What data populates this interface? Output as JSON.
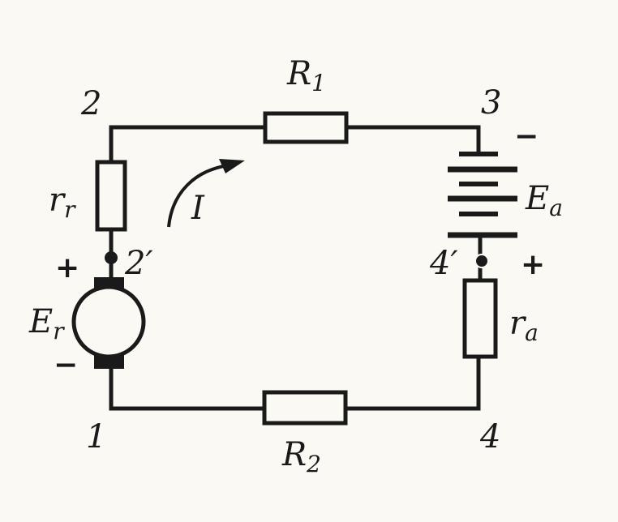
{
  "nodes": {
    "n1": "1",
    "n2": "2",
    "n3": "3",
    "n4": "4",
    "n2p": "2′",
    "n4p": "4′"
  },
  "components": {
    "R1": {
      "main": "R",
      "sub": "1"
    },
    "R2": {
      "main": "R",
      "sub": "2"
    },
    "rr": {
      "main": "r",
      "sub": "r"
    },
    "ra": {
      "main": "r",
      "sub": "a"
    },
    "Er": {
      "main": "E",
      "sub": "r"
    },
    "Ea": {
      "main": "E",
      "sub": "a"
    }
  },
  "current": "I",
  "polarity": {
    "gen_plus": "+",
    "gen_minus": "−",
    "bat_plus": "+",
    "bat_minus": "−"
  }
}
